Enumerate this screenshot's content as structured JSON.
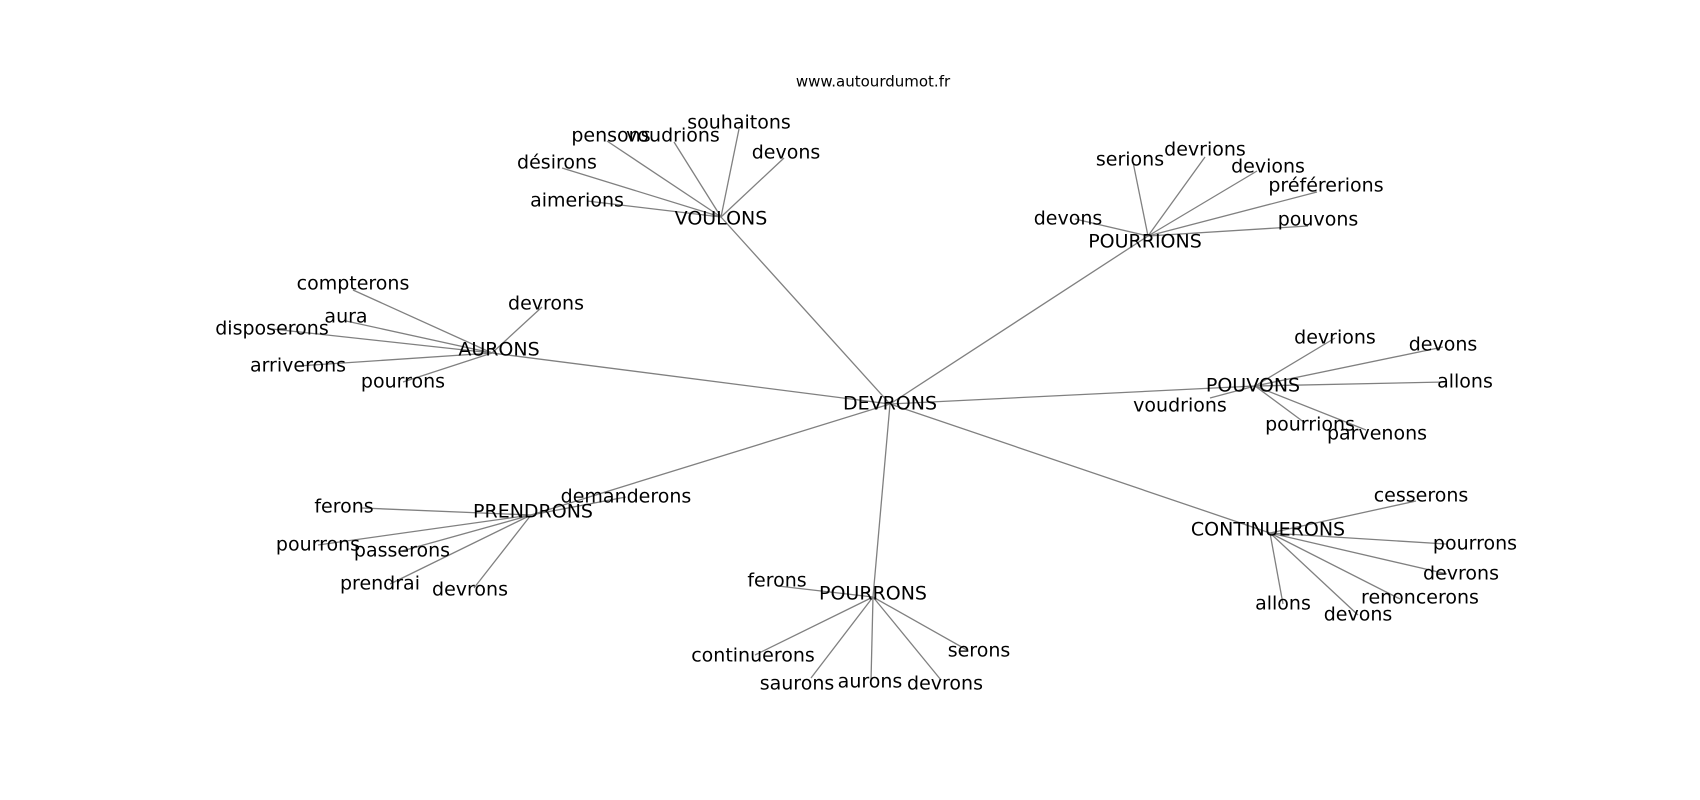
{
  "credit": "www.autourdumot.fr",
  "graph": {
    "center": "DEVRONS",
    "hubs": [
      {
        "id": "voulons",
        "label": "VOULONS",
        "leaves": [
          "aimerions",
          "désirons",
          "pensons",
          "voudrions",
          "souhaitons",
          "devons"
        ]
      },
      {
        "id": "pourrions",
        "label": "POURRIONS",
        "leaves": [
          "devons",
          "serions",
          "devrions",
          "devions",
          "préférerions",
          "pouvons"
        ]
      },
      {
        "id": "aurons",
        "label": "AURONS",
        "leaves": [
          "compterons",
          "aura",
          "disposerons",
          "arriverons",
          "pourrons",
          "devrons"
        ]
      },
      {
        "id": "pouvons",
        "label": "POUVONS",
        "leaves": [
          "devrions",
          "devons",
          "allons",
          "voudrions",
          "pourrions",
          "parvenons"
        ]
      },
      {
        "id": "prendrons",
        "label": "PRENDRONS",
        "leaves": [
          "ferons",
          "pourrons",
          "passerons",
          "prendrai",
          "devrons",
          "demanderons"
        ]
      },
      {
        "id": "pourrons",
        "label": "POURRONS",
        "leaves": [
          "ferons",
          "continuerons",
          "saurons",
          "aurons",
          "devrons",
          "serons"
        ]
      },
      {
        "id": "continuerons",
        "label": "CONTINUERONS",
        "leaves": [
          "cesserons",
          "pourrons",
          "devrons",
          "renoncerons",
          "devons",
          "allons"
        ]
      }
    ]
  }
}
